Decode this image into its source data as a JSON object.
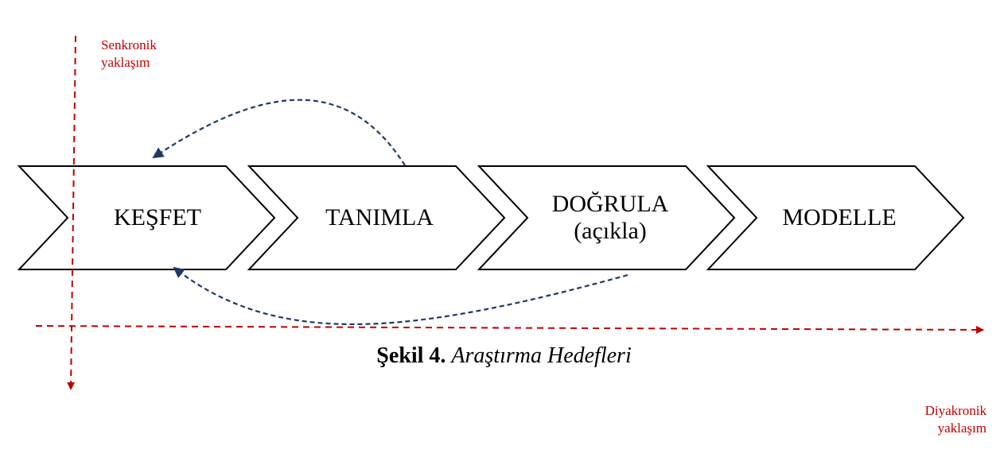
{
  "axes": {
    "synchronic": {
      "line1": "Senkronik",
      "line2": "yaklaşım"
    },
    "diachronic": {
      "line1": "Diyakronik",
      "line2": "yaklaşım"
    }
  },
  "steps": [
    {
      "line1": "KEŞFET",
      "line2": ""
    },
    {
      "line1": "TANIMLA",
      "line2": ""
    },
    {
      "line1": "DOĞRULA",
      "line2": "(açıkla)"
    },
    {
      "line1": "MODELLE",
      "line2": ""
    }
  ],
  "caption": {
    "number": "Şekil 4.",
    "title": "Araştırma Hedefleri"
  },
  "colors": {
    "axis": "#c00000",
    "feedback_arrow": "#1f3864",
    "chevron_stroke": "#000000",
    "text": "#000000"
  }
}
